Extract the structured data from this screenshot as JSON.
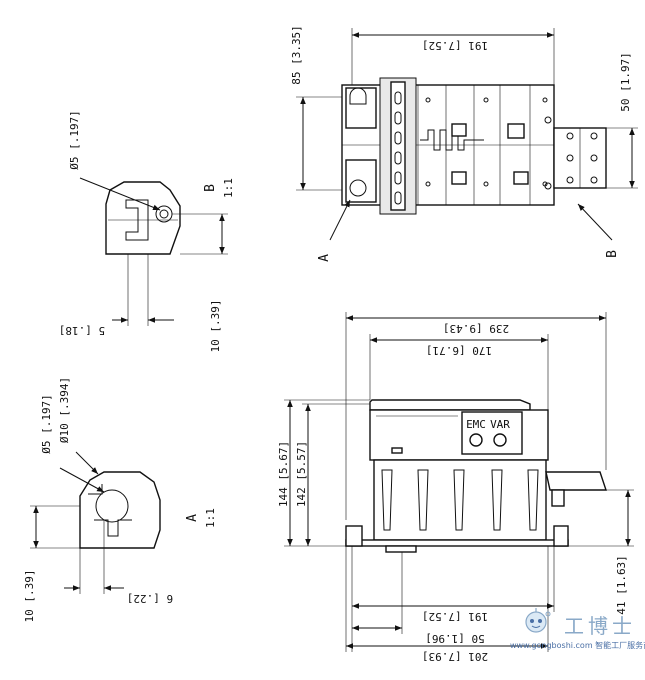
{
  "views": {
    "top_view": {
      "width": "191 [7.52]",
      "height": "85 [3.35]",
      "right_height": "50 [1.97]",
      "callout_a": "A",
      "callout_b": "B"
    },
    "front_view": {
      "overall_width": "239 [9.43]",
      "inner_width": "170 [6.71]",
      "height_144": "144 [5.67]",
      "height_142": "142 [5.57]",
      "width_191": "191 [7.52]",
      "width_50": "50 [1.96]",
      "width_201": "201 [7.93]",
      "right_side": "41 [1.63]",
      "badge_emc": "EMC",
      "badge_var": "VAR"
    },
    "detail_b": {
      "hole": "Ø5 [.197]",
      "label": "B",
      "scale": "1:1",
      "dim_bottom": "5 [.18]",
      "dim_side": "10 [.39]"
    },
    "detail_a": {
      "hole_small": "Ø5 [.197]",
      "hole_large": "Ø10 [.394]",
      "label": "A",
      "scale": "1:1",
      "dim_side": "10 [.39]",
      "dim_bottom": "6 [.22]"
    }
  },
  "watermark": {
    "brand": "工博士",
    "url": "www.gongboshi.com",
    "subtitle": "智能工厂服务商"
  }
}
